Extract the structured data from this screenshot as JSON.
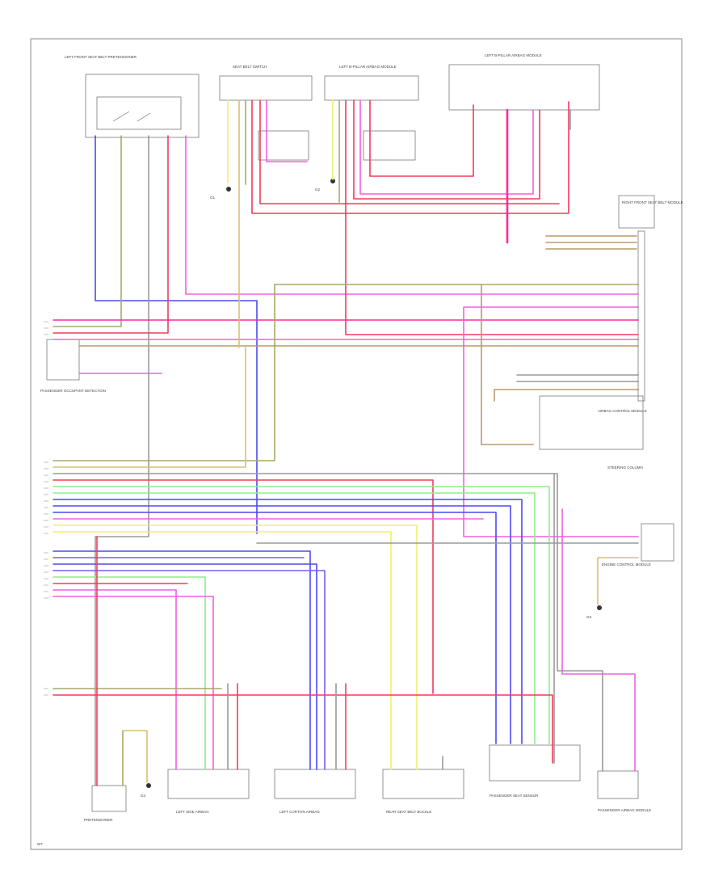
{
  "diagram": {
    "footer_id": "W7",
    "wire_colors": {
      "red": "#f03c5a",
      "pink": "#f060e0",
      "magenta": "#ff2aa0",
      "blue": "#4a4af0",
      "purple": "#7a5cf0",
      "yellow": "#f0f06a",
      "green": "#8af08a",
      "olive": "#a8a868",
      "brown": "#b89a6a",
      "gray": "#9a9a9a",
      "black": "#555555",
      "tan": "#d8c070"
    },
    "components": [
      {
        "id": "left-front-seat-belt-pretensioner",
        "label": "LEFT FRONT SEAT BELT PRETENSIONER"
      },
      {
        "id": "driver-seat-belt-switch",
        "label": "SEAT BELT SWITCH"
      },
      {
        "id": "left-b-pillar-module-1",
        "label": "LEFT B-PILLAR AIRBAG MODULE"
      },
      {
        "id": "left-b-pillar-module-2",
        "label": "LEFT B-PILLAR AIRBAG MODULE"
      },
      {
        "id": "right-seat-belt-module",
        "label": "RIGHT FRONT SEAT BELT MODULE"
      },
      {
        "id": "airbag-control-module",
        "label": "AIRBAG CONTROL MODULE"
      },
      {
        "id": "engine-control-module",
        "label": "ENGINE CONTROL MODULE"
      },
      {
        "id": "passenger-occupant-detection",
        "label": "PASSENGER OCCUPANT DETECTION"
      },
      {
        "id": "steering-column",
        "label": "STEERING COLUMN"
      },
      {
        "id": "ground-g1",
        "label": "G1"
      },
      {
        "id": "ground-g2",
        "label": "G2"
      },
      {
        "id": "ground-g3",
        "label": "G3"
      },
      {
        "id": "ground-g4",
        "label": "G4"
      },
      {
        "id": "lower-left-pretensioner",
        "label": "PRETENSIONER"
      },
      {
        "id": "left-side-airbag",
        "label": "LEFT SIDE AIRBAG"
      },
      {
        "id": "left-curtain-airbag",
        "label": "LEFT CURTAIN AIRBAG"
      },
      {
        "id": "rear-seat-belt-buckle",
        "label": "REAR SEAT BELT BUCKLE"
      },
      {
        "id": "passenger-seat-sensor",
        "label": "PASSENGER SEAT SENSOR"
      },
      {
        "id": "passenger-airbag-module",
        "label": "PASSENGER AIRBAG MODULE"
      }
    ]
  }
}
